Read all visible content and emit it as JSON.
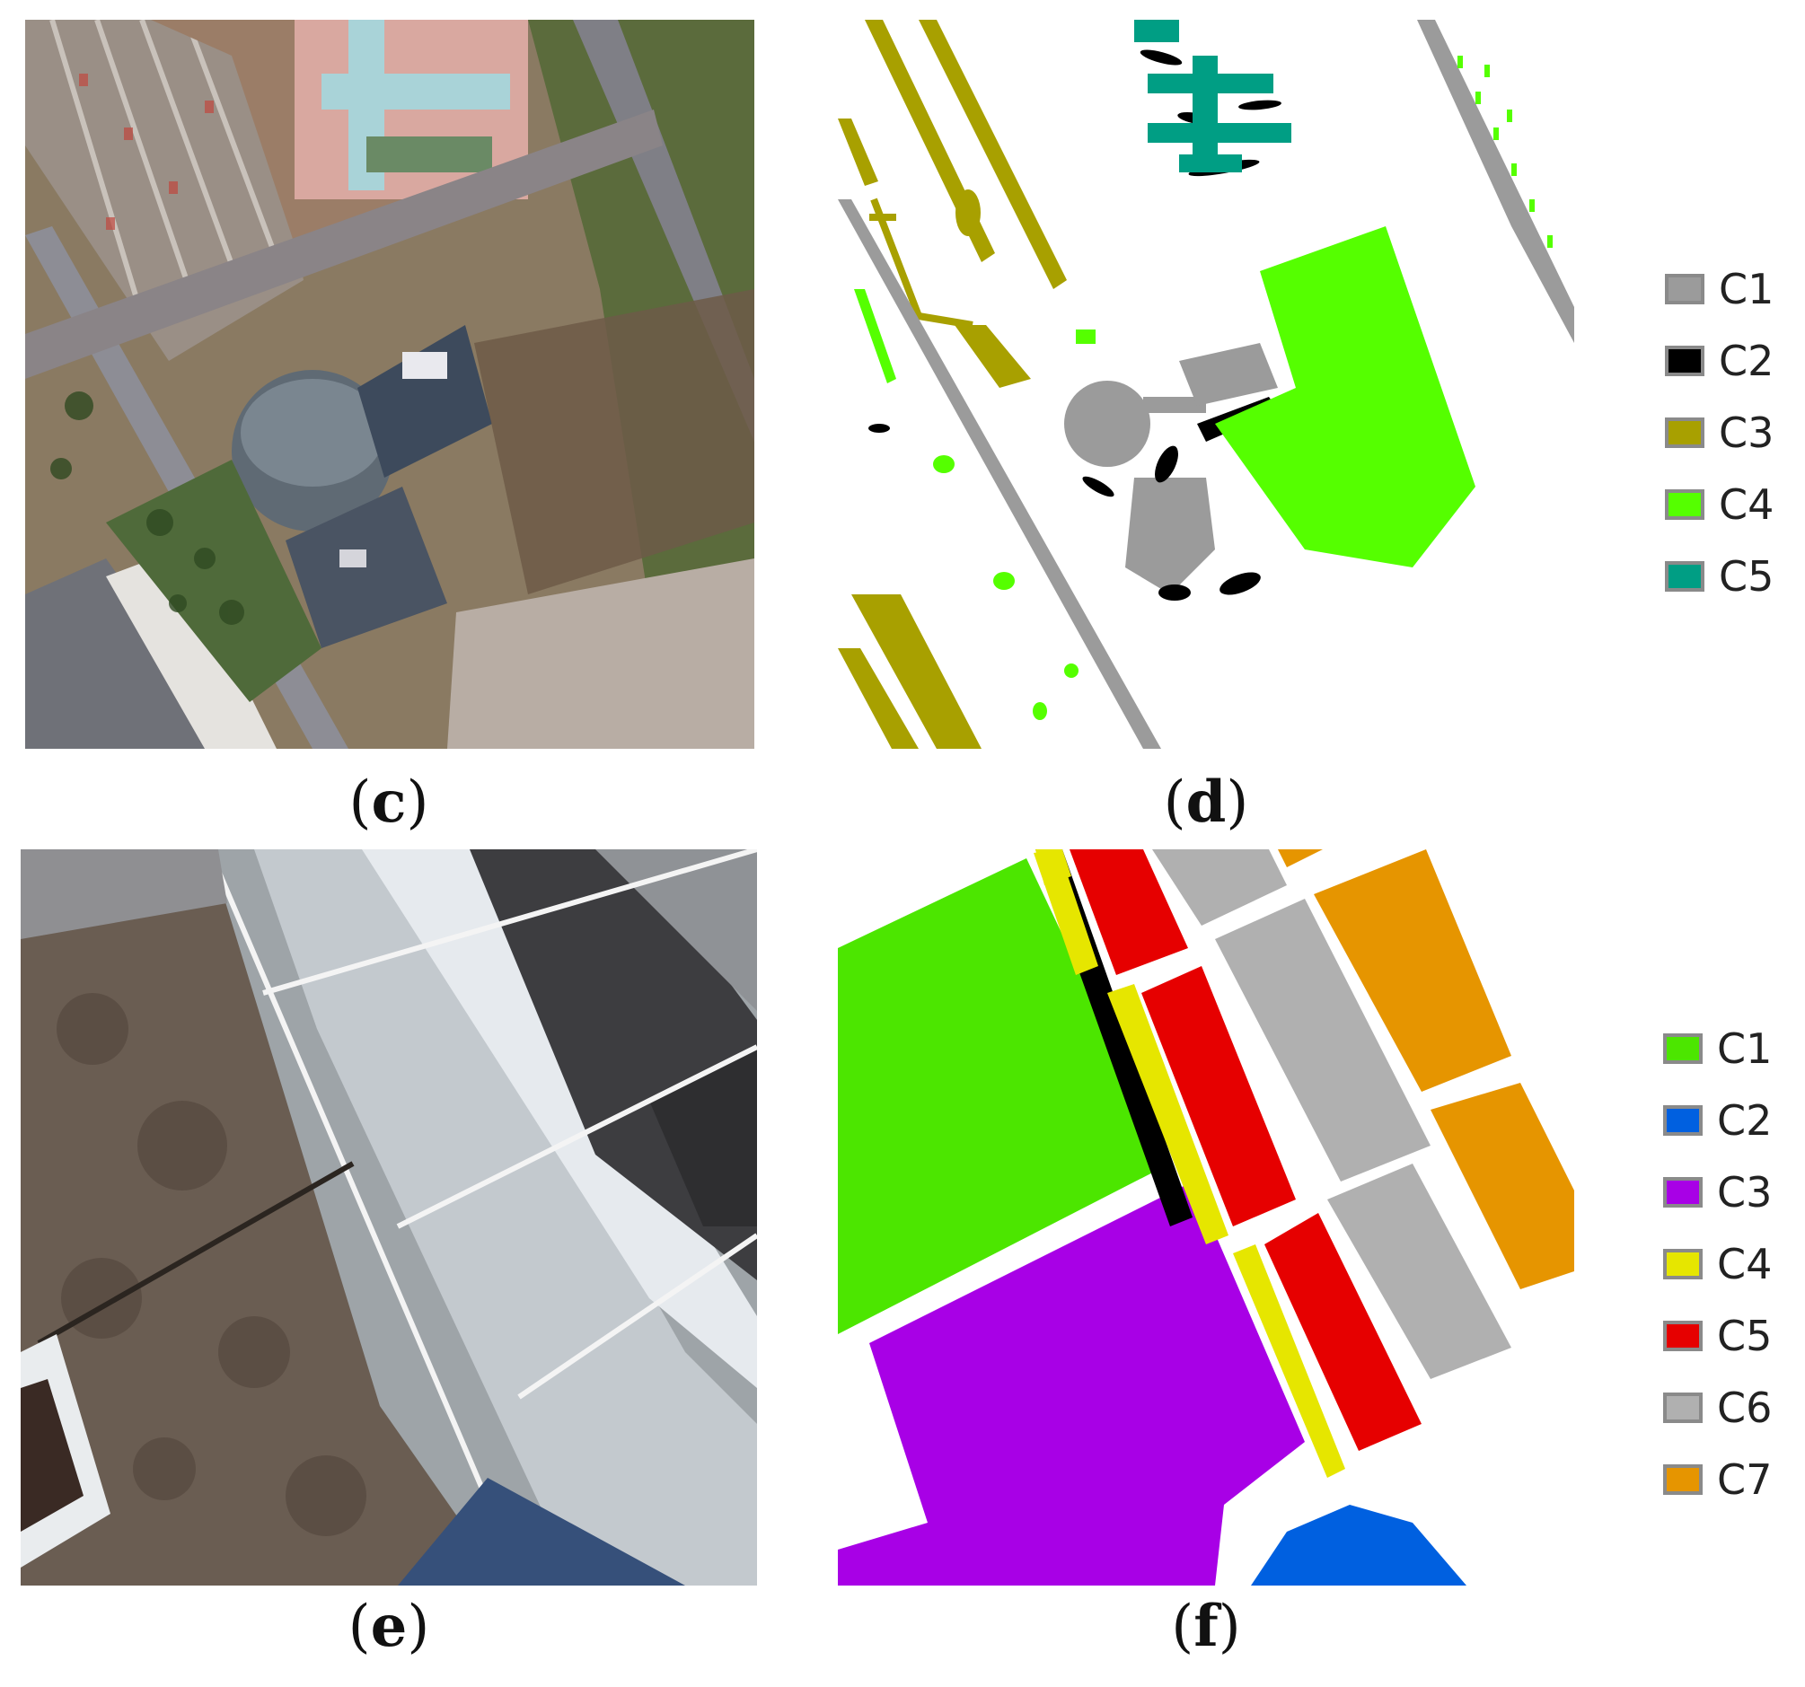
{
  "panels": {
    "c": {
      "caption": "c"
    },
    "d": {
      "caption": "d"
    },
    "e": {
      "caption": "e"
    },
    "f": {
      "caption": "f"
    }
  },
  "legend_top": [
    {
      "label": "C1",
      "color": "#9b9b9b"
    },
    {
      "label": "C2",
      "color": "#000000"
    },
    {
      "label": "C3",
      "color": "#a8a000"
    },
    {
      "label": "C4",
      "color": "#55ff00"
    },
    {
      "label": "C5",
      "color": "#009e84"
    }
  ],
  "legend_bottom": [
    {
      "label": "C1",
      "color": "#4ce600"
    },
    {
      "label": "C2",
      "color": "#0060e0"
    },
    {
      "label": "C3",
      "color": "#a800e6"
    },
    {
      "label": "C4",
      "color": "#e6e600"
    },
    {
      "label": "C5",
      "color": "#e60000"
    },
    {
      "label": "C6",
      "color": "#b0b0b0"
    },
    {
      "label": "C7",
      "color": "#e69500"
    }
  ]
}
